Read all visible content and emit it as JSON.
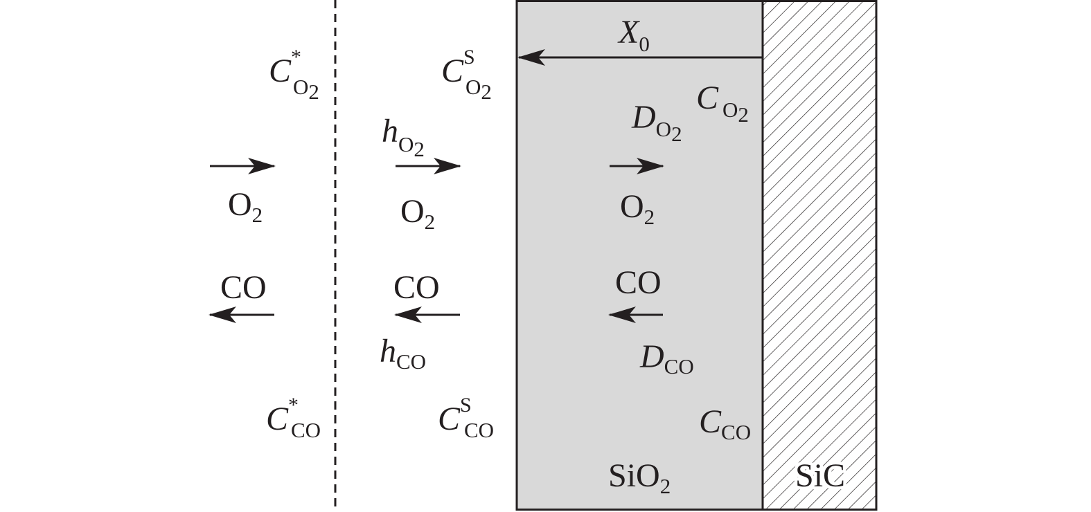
{
  "colors": {
    "ink": "#231f20",
    "oxide_fill": "#d9d9d9",
    "background": "#ffffff"
  },
  "gas_boundary": {
    "o2_bulk_conc": {
      "symbol": "C",
      "sup": "*",
      "sub": "O",
      "sub2": "2"
    },
    "co_bulk_conc": {
      "symbol": "C",
      "sup": "*",
      "sub": "CO"
    },
    "o2_flux_species": {
      "base": "O",
      "sub": "2"
    },
    "co_flux_species": "CO"
  },
  "gas_film": {
    "o2_surface_conc": {
      "symbol": "C",
      "sup": "S",
      "sub": "O",
      "sub2": "2"
    },
    "co_surface_conc": {
      "symbol": "C",
      "sup": "S",
      "sub": "CO"
    },
    "o2_mass_transfer_coeff": {
      "symbol": "h",
      "sub": "O",
      "sub2": "2"
    },
    "co_mass_transfer_coeff": {
      "symbol": "h",
      "sub": "CO"
    },
    "o2_flux_species": {
      "base": "O",
      "sub": "2"
    },
    "co_flux_species": "CO"
  },
  "oxide_layer": {
    "thickness": {
      "symbol": "X",
      "sub": "0"
    },
    "o2_interface_conc": {
      "symbol": "C",
      "sub": "O",
      "sub2": "2"
    },
    "co_interface_conc": {
      "symbol": "C",
      "sub": "CO"
    },
    "o2_diffusivity": {
      "symbol": "D",
      "sub": "O",
      "sub2": "2"
    },
    "co_diffusivity": {
      "symbol": "D",
      "sub": "CO"
    },
    "o2_flux_species": {
      "base": "O",
      "sub": "2"
    },
    "co_flux_species": "CO",
    "material": {
      "base": "SiO",
      "sub": "2"
    }
  },
  "substrate": {
    "material": "SiC"
  }
}
